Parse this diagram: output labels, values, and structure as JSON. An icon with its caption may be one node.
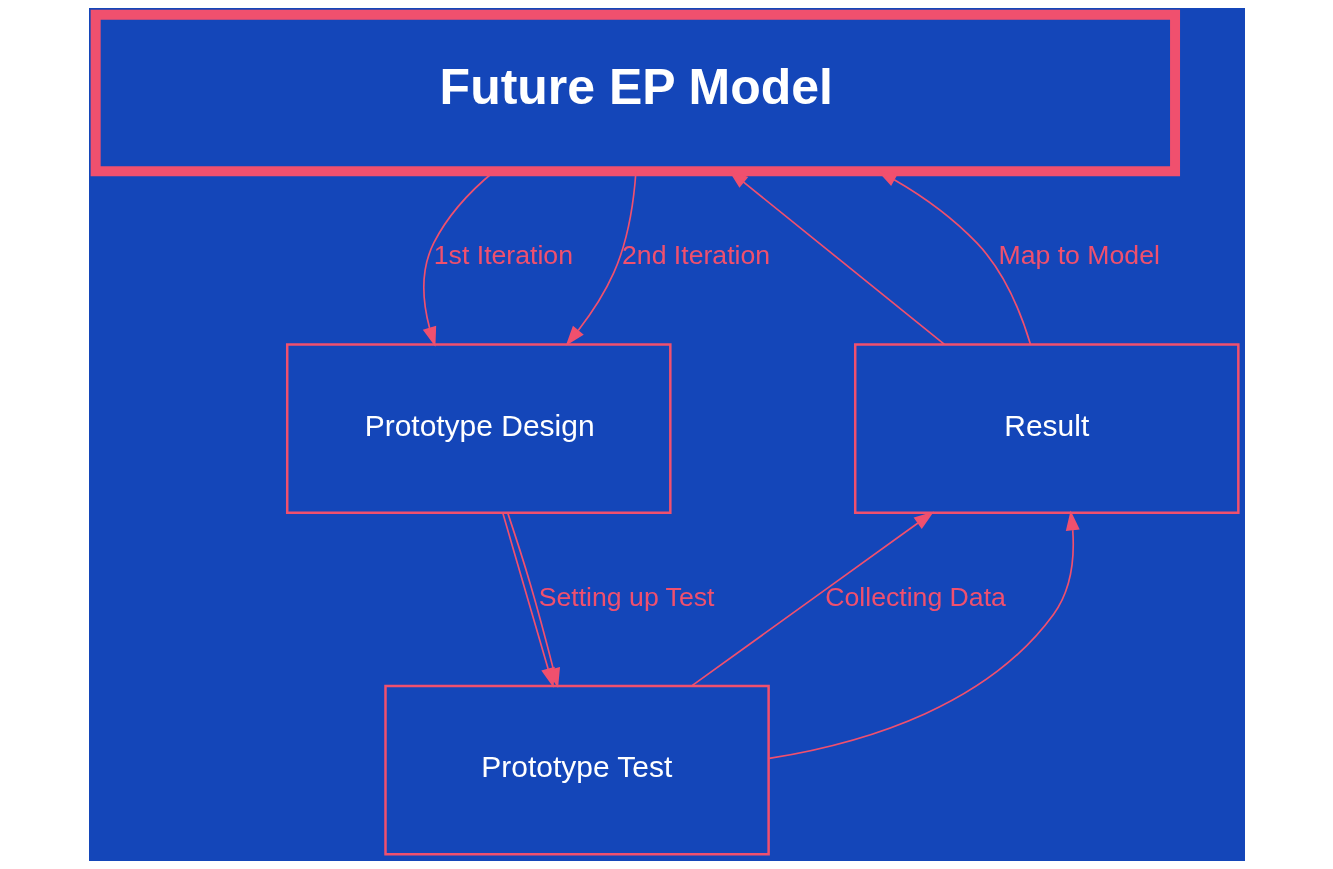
{
  "diagram": {
    "nodes": [
      {
        "text": [
          "Future EP Model"
        ]
      },
      {
        "text": [
          "Prototype Design"
        ]
      },
      {
        "text": [
          "Prototype Test"
        ]
      },
      {
        "text": [
          "Result"
        ]
      }
    ],
    "edges": [
      {
        "from": 0,
        "to": 1,
        "arrow": "to",
        "label": "1st Iteration"
      },
      {
        "from": 0,
        "to": 1,
        "arrow": "to",
        "label": "2nd Iteration"
      },
      {
        "from": 1,
        "to": 2,
        "arrow": "to"
      },
      {
        "from": 1,
        "to": 2,
        "arrow": "to",
        "label": "Setting up Test"
      },
      {
        "from": 2,
        "to": 3,
        "arrow": "to",
        "label": "Collecting Data"
      },
      {
        "from": 2,
        "to": 3,
        "arrow": "to"
      },
      {
        "from": 3,
        "to": 0,
        "arrow": "to"
      },
      {
        "from": 3,
        "to": 0,
        "arrow": "to",
        "label": "Map to Model"
      }
    ]
  }
}
